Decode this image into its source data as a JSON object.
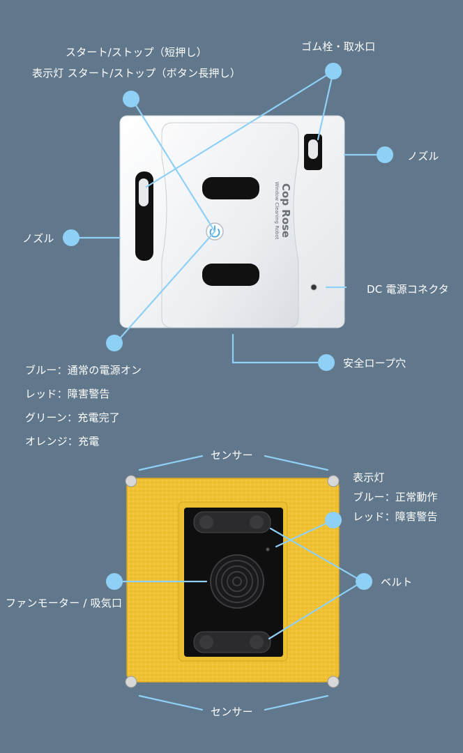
{
  "colors": {
    "background": "#61788c",
    "callout": "#8fd0f7",
    "robot_body": "#f2f3f5",
    "pad_yellow": "#f1c232",
    "button_blue": "#4aa3d8"
  },
  "top_unit": {
    "brand_logo": "Cop Rose",
    "brand_sub": "Window Cleaning Robot",
    "labels": {
      "start_stop_short": "スタート/ストップ（短押し）",
      "indicator_long": "表示灯 スタート/ストップ（ボタン長押し）",
      "rubber_plug": "ゴム栓・取水口",
      "nozzle_right": "ノズル",
      "nozzle_left": "ノズル",
      "dc_connector": "DC 電源コネクタ",
      "safety_rope": "安全ロープ穴"
    },
    "indicator_states": [
      "ブルー：通常の電源オン",
      "レッド：障害警告",
      "グリーン：充電完了",
      "オレンジ：充電"
    ]
  },
  "bottom_unit": {
    "labels": {
      "sensor_top": "センサー",
      "sensor_bottom": "センサー",
      "indicator_title": "表示灯",
      "indicator_blue": "ブルー：正常動作",
      "indicator_red": "レッド：障害警告",
      "belt": "ベルト",
      "fan_motor": "ファンモーター / 吸気口"
    }
  }
}
